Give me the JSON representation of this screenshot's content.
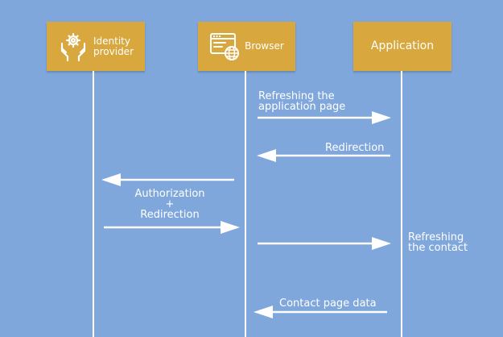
{
  "actors": {
    "identity_provider": {
      "label_line1": "Identity",
      "label_line2": "provider",
      "icon": "hands-gear-icon"
    },
    "browser": {
      "label": "Browser",
      "icon": "browser-globe-icon"
    },
    "application": {
      "label": "Application"
    }
  },
  "messages": [
    {
      "line1": "Refreshing the",
      "line2": "application page",
      "from": "browser",
      "to": "application"
    },
    {
      "line1": "Redirection",
      "from": "application",
      "to": "browser"
    },
    {
      "line1": "Authorization",
      "line2": "+",
      "line3": "Redirection",
      "from": "browser",
      "to": "identity_provider"
    },
    {
      "from": "identity_provider",
      "to": "browser"
    },
    {
      "line1": "Refreshing",
      "line2": "the contact",
      "from": "browser",
      "to": "application"
    },
    {
      "line1": "Contact page data",
      "from": "application",
      "to": "browser"
    }
  ],
  "colors": {
    "background": "#7fa7db",
    "actor_fill": "#d8a73e",
    "line": "#ffffff"
  }
}
